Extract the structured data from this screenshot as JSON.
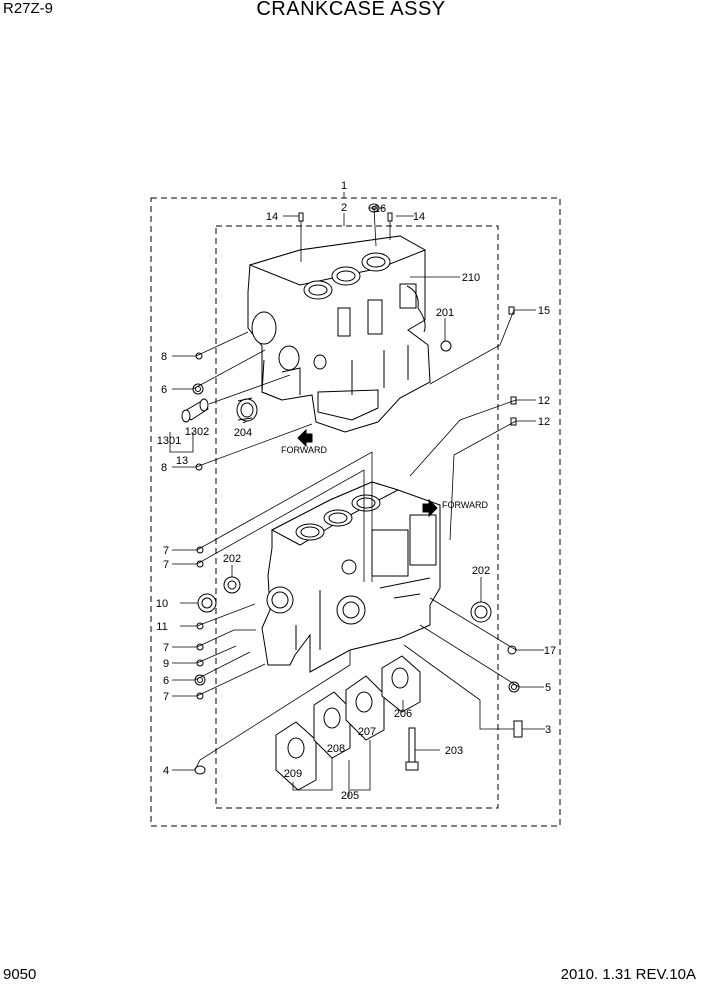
{
  "header": {
    "model": "R27Z-9",
    "title": "CRANKCASE ASSY"
  },
  "footer": {
    "page_number": "9050",
    "revision": "2010. 1.31  REV.10A"
  },
  "forward_labels": [
    "FORWARD",
    "FORWARD"
  ],
  "callouts": [
    "1",
    "2",
    "14",
    "16",
    "14",
    "210",
    "201",
    "15",
    "8",
    "6",
    "204",
    "1302",
    "1301",
    "13",
    "8",
    "12",
    "12",
    "7",
    "7",
    "202",
    "10",
    "11",
    "7",
    "9",
    "6",
    "7",
    "202",
    "17",
    "5",
    "3",
    "4",
    "209",
    "208",
    "207",
    "206",
    "205",
    "203"
  ]
}
